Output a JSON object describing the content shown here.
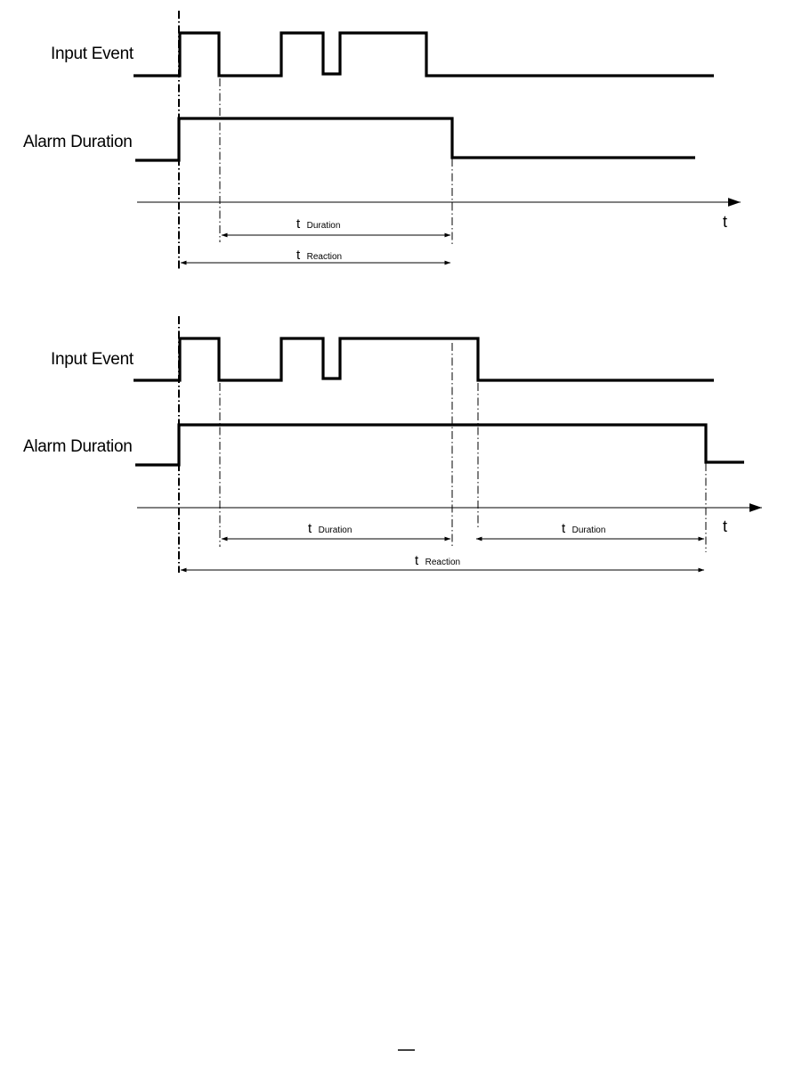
{
  "diagrams": [
    {
      "input_label": "Input Event",
      "alarm_label": "Alarm Duration",
      "axis_label": "t",
      "durations": [
        {
          "t": "t",
          "sub": "Duration"
        }
      ],
      "reaction": {
        "t": "t",
        "sub": "Reaction"
      }
    },
    {
      "input_label": "Input Event",
      "alarm_label": "Alarm Duration",
      "axis_label": "t",
      "durations": [
        {
          "t": "t",
          "sub": "Duration"
        },
        {
          "t": "t",
          "sub": "Duration"
        }
      ],
      "reaction": {
        "t": "t",
        "sub": "Reaction"
      }
    }
  ]
}
